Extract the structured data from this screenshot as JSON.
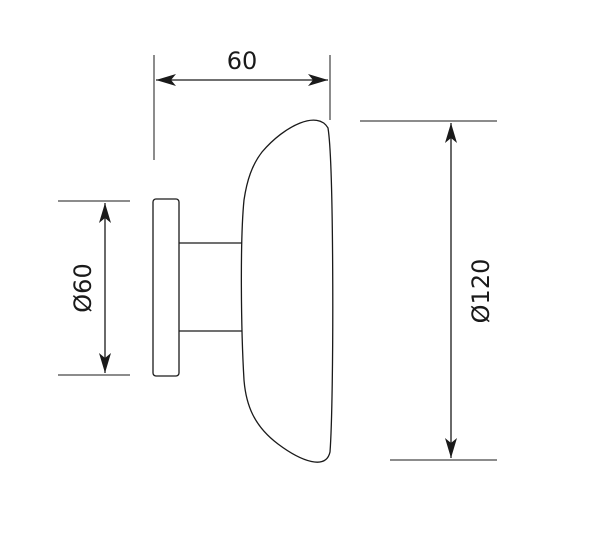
{
  "dimensions": {
    "depth_label": "60",
    "rose_diameter_label": "Ø60",
    "knob_diameter_label": "Ø120"
  },
  "colors": {
    "line": "#1a1a1a",
    "background": "#ffffff"
  }
}
